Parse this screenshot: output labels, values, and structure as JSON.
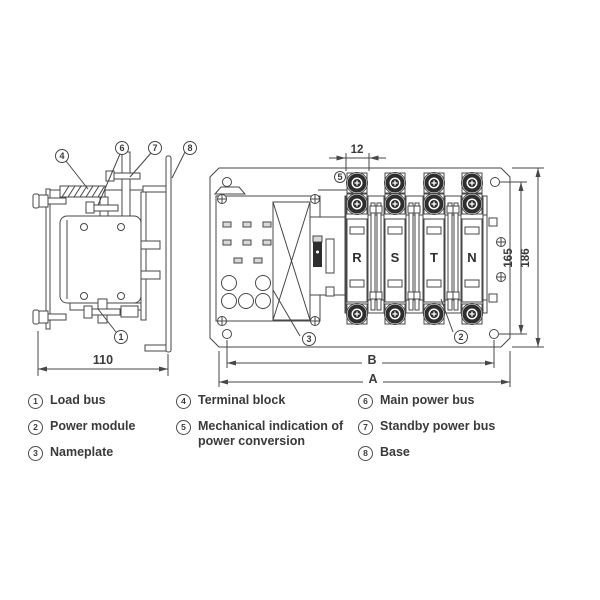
{
  "colors": {
    "line": "#474747",
    "text": "#3a3a3a",
    "dark": "#2e2e2e",
    "background": "#ffffff"
  },
  "side_view": {
    "dim_width": "110",
    "callouts": {
      "load_bus": "1",
      "terminal_block": "4",
      "main_power_bus": "6",
      "standby_power_bus": "7",
      "base": "8"
    }
  },
  "front_view": {
    "callouts": {
      "power_module": "2",
      "nameplate": "3",
      "indication": "5"
    },
    "dims": {
      "pole_pitch": "12",
      "hole_spacing": "165",
      "height": "186",
      "width_b": "B",
      "width_a": "A"
    },
    "poles": [
      "R",
      "S",
      "T",
      "N"
    ]
  },
  "legend": {
    "columns": [
      {
        "items": [
          {
            "num": "1",
            "label": "Load bus"
          },
          {
            "num": "2",
            "label": "Power module"
          },
          {
            "num": "3",
            "label": "Nameplate"
          }
        ]
      },
      {
        "items": [
          {
            "num": "4",
            "label": "Terminal block"
          },
          {
            "num": "5",
            "label_lines": [
              "Mechanical indication of",
              "power conversion"
            ]
          }
        ]
      },
      {
        "items": [
          {
            "num": "6",
            "label": "Main power bus"
          },
          {
            "num": "7",
            "label": "Standby power bus"
          },
          {
            "num": "8",
            "label": "Base"
          }
        ]
      }
    ]
  }
}
